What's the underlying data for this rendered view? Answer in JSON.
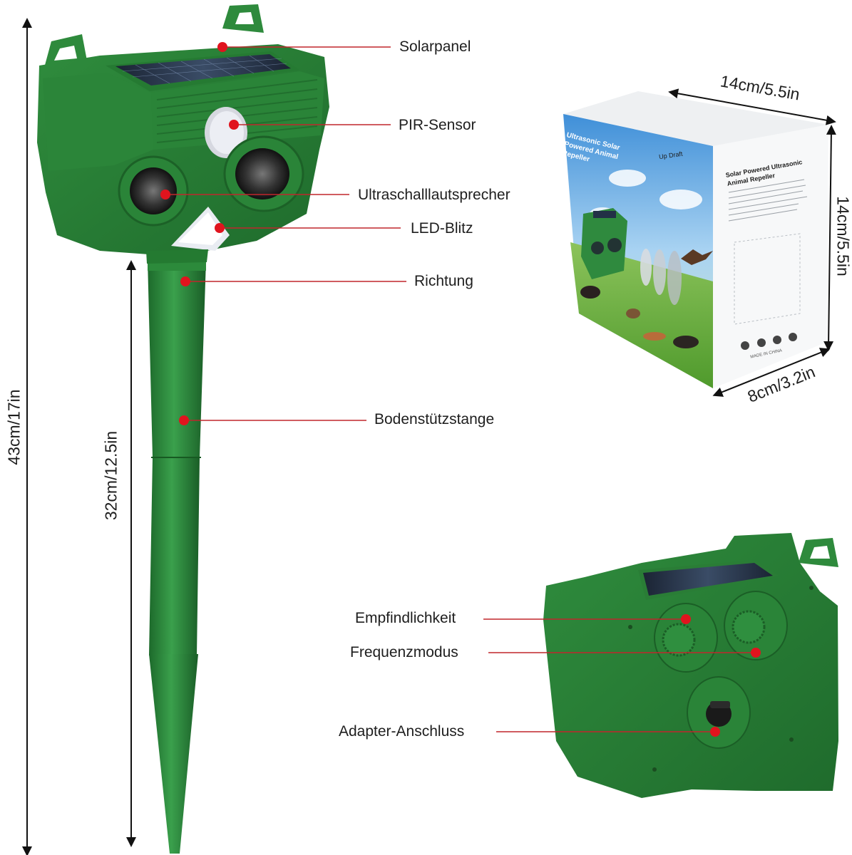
{
  "callouts": {
    "solarpanel": "Solarpanel",
    "pir_sensor": "PIR-Sensor",
    "speaker": "Ultraschalllautsprecher",
    "led_flash": "LED-Blitz",
    "direction": "Richtung",
    "ground_stake": "Bodenstützstange",
    "sensitivity": "Empfindlichkeit",
    "frequency_mode": "Frequenzmodus",
    "adapter_port": "Adapter-Anschluss"
  },
  "dimensions": {
    "total_height": "43cm/17in",
    "stake_height": "32cm/12.5in",
    "box_width": "14cm/5.5in",
    "box_height": "14cm/5.5in",
    "box_depth": "8cm/3.2in"
  },
  "package": {
    "brand": "Up Draft",
    "front_title": "Ultrasonic Solar Powered Animal Repeller",
    "side_title": "Solar Powered Ultrasonic Animal Repeller",
    "made_in": "MADE IN CHINA"
  },
  "colors": {
    "device_green": "#2f8a3e",
    "device_dark": "#1f6b2c",
    "callout_dot": "#e0141e",
    "callout_line": "#c0262c"
  }
}
